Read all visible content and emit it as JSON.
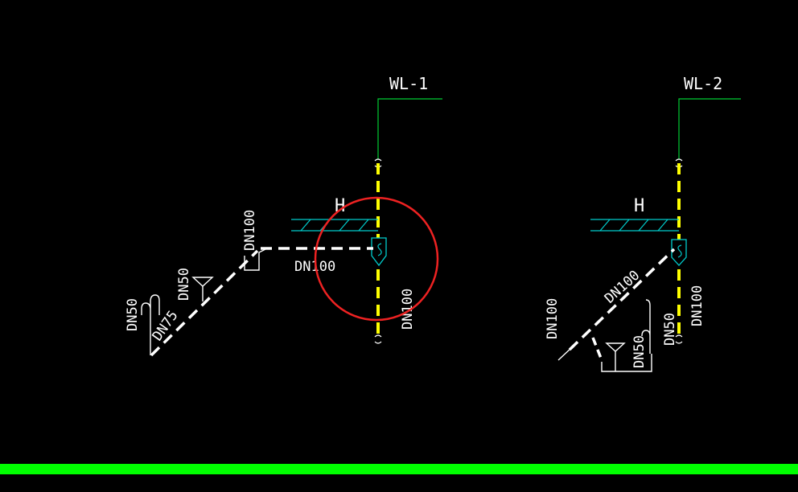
{
  "colors": {
    "background": "#000000",
    "riser_pipe": "#ffff00",
    "drain_pipe": "#ffffff",
    "riser_line": "#00cc33",
    "floor_hatch": "#00cccc",
    "highlight_circle": "#ee2222",
    "bottom_bar": "#00ff00"
  },
  "risers": [
    {
      "label": "WL-1",
      "floor_mark": "H",
      "labels": {
        "riser_dn": "DN100",
        "horizontal_dn": "DN100",
        "upper_dn": "DN100",
        "fixture_dn": "DN50",
        "trap_dn": "DN50",
        "diagonal_dn": "DN75"
      }
    },
    {
      "label": "WL-2",
      "floor_mark": "H",
      "labels": {
        "riser_dn": "DN100",
        "riser_dn_small": "DN50",
        "diagonal_dn": "DN100",
        "left_dn": "DN100",
        "fixture_dn": "DN50"
      }
    }
  ]
}
